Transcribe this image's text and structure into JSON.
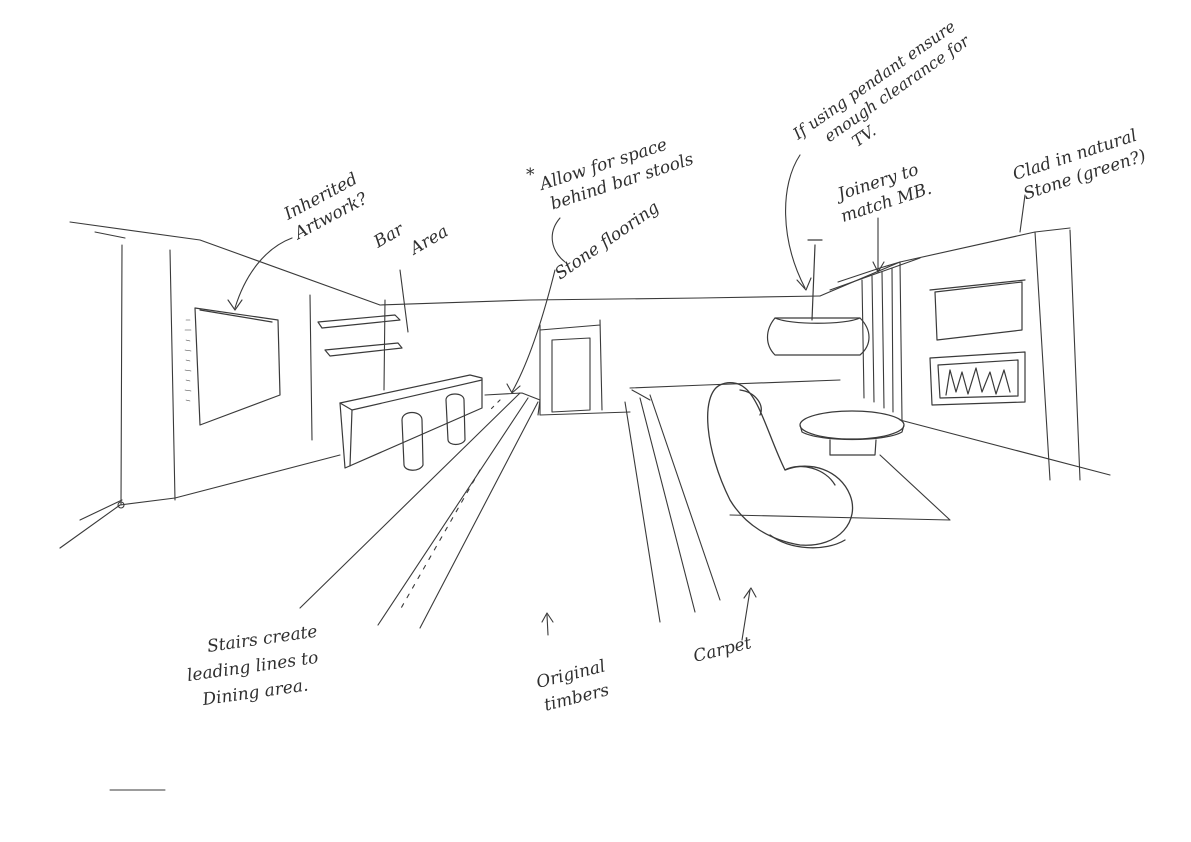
{
  "notes": {
    "inherited_artwork_line1": "Inherited",
    "inherited_artwork_line2": "Artwork?",
    "bar_area_line1": "Bar",
    "bar_area_line2": "Area",
    "allow_space_line1": "Allow for space",
    "allow_space_line2": "behind bar stools",
    "allow_space_mark": "*",
    "stone_flooring": "Stone flooring",
    "pendant_line1": "If using pendant ensure",
    "pendant_line2": "enough clearance for",
    "pendant_line3": "TV.",
    "joinery_line1": "Joinery to",
    "joinery_line2": "match MB.",
    "clad_line1": "Clad in natural",
    "clad_line2": "Stone (green?)",
    "stairs_line1": "Stairs create",
    "stairs_line2": "leading lines to",
    "stairs_line3": "Dining area.",
    "original_line1": "Original",
    "original_line2": "timbers",
    "carpet": "Carpet"
  },
  "stroke_color": "#3a3a3a",
  "background_color": "#ffffff"
}
